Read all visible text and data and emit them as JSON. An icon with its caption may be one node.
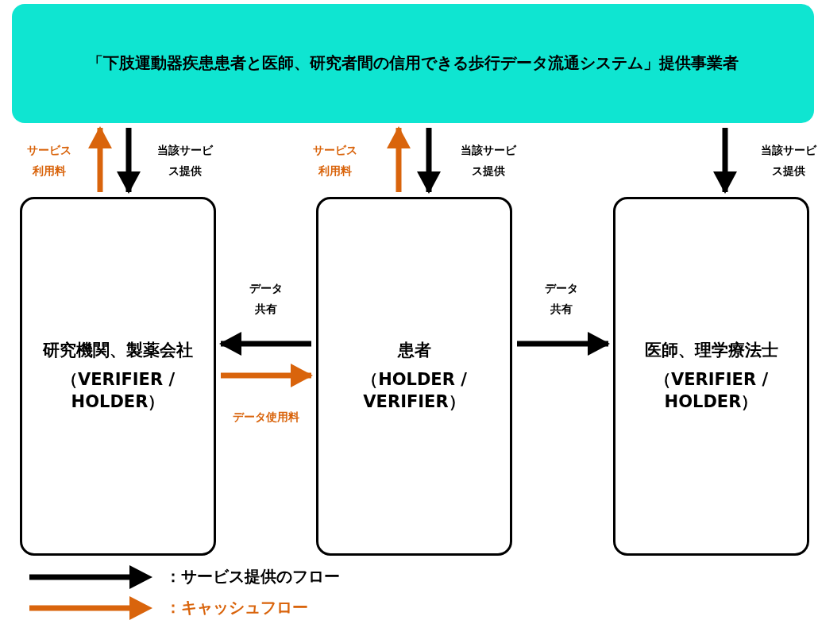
{
  "diagram": {
    "nodes": [
      {
        "text": [
          "「下肢運動器疾患患者と医師、研究者間の信用できる歩行データ流通システム」提供事業者"
        ]
      },
      {
        "text": [
          "研究機関、製薬会社",
          "（VERIFIER / HOLDER）"
        ]
      },
      {
        "text": [
          "患者",
          "（HOLDER / VERIFIER）"
        ]
      },
      {
        "text": [
          "医師、理学療法士",
          "（VERIFIER / HOLDER）"
        ]
      }
    ],
    "edges": [
      {
        "from": 1,
        "to": 0,
        "arrow": "to",
        "label": "サービス利用料",
        "color": "#d9640c"
      },
      {
        "from": 0,
        "to": 1,
        "arrow": "to",
        "label": "当該サービス提供"
      },
      {
        "from": 2,
        "to": 0,
        "arrow": "to",
        "label": "サービス利用料",
        "color": "#d9640c"
      },
      {
        "from": 0,
        "to": 2,
        "arrow": "to",
        "label": "当該サービス提供"
      },
      {
        "from": 0,
        "to": 3,
        "arrow": "to",
        "label": "当該サービス提供"
      },
      {
        "from": 2,
        "to": 1,
        "arrow": "to",
        "label": "データ共有"
      },
      {
        "from": 1,
        "to": 2,
        "arrow": "to",
        "label": "データ使用料",
        "color": "#d9640c"
      },
      {
        "from": 2,
        "to": 3,
        "arrow": "to",
        "label": "データ共有"
      }
    ],
    "legend": [
      {
        "text": "：サービス提供のフロー"
      },
      {
        "text": "：キャッシュフロー"
      }
    ]
  }
}
